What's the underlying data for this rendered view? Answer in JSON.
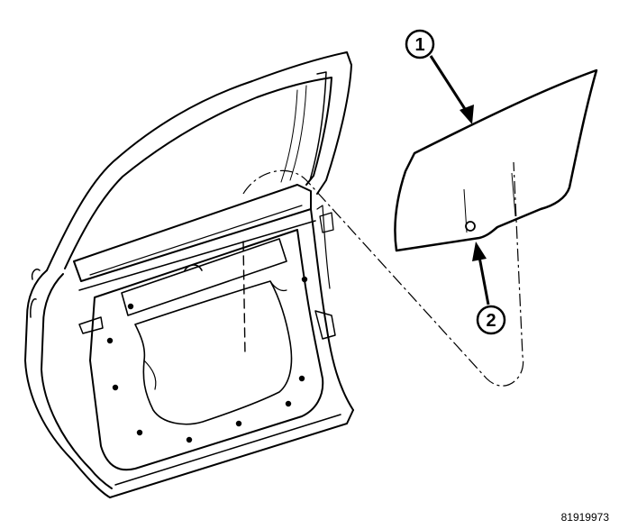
{
  "diagram": {
    "callouts": [
      {
        "number": "1",
        "target": "door-glass-edge"
      },
      {
        "number": "2",
        "target": "glass-mounting-hole"
      }
    ],
    "figure_id": "81919973"
  },
  "colors": {
    "line": "#000000",
    "background": "#ffffff"
  },
  "icons": [
    "door-shell",
    "door-glass",
    "leader-arrow",
    "callout-circle"
  ]
}
